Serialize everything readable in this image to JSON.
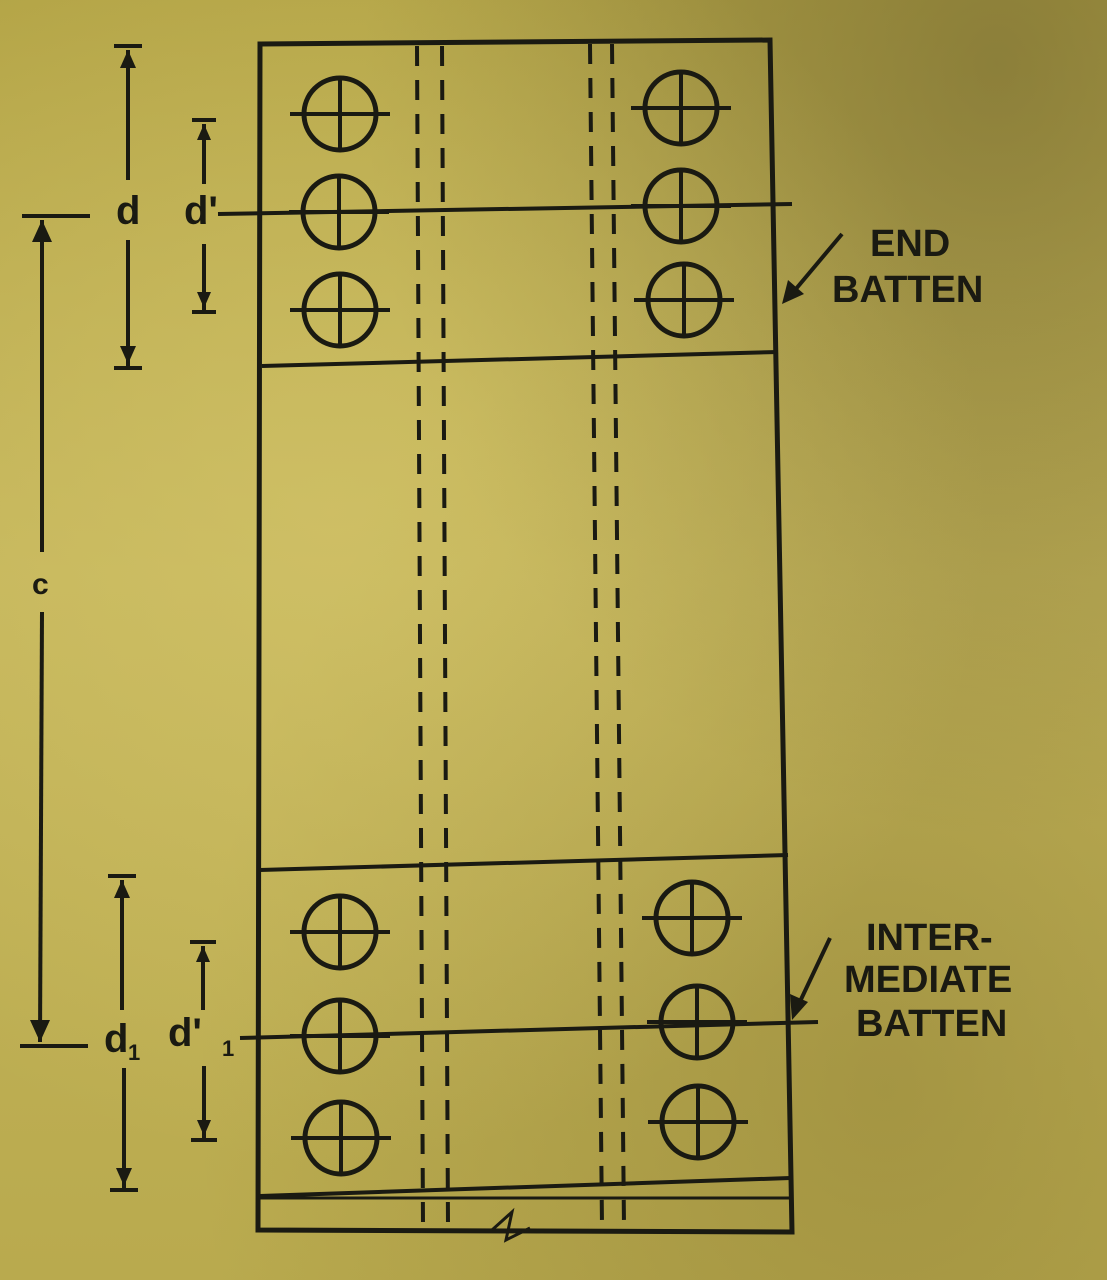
{
  "labels": {
    "end_batten_line1": "END",
    "end_batten_line2": "BATTEN",
    "intermediate_line1": "INTER-",
    "intermediate_line2": "MEDIATE",
    "intermediate_line3": "BATTEN",
    "dim_d": "d",
    "dim_d_prime": "d'",
    "dim_c": "c",
    "dim_d1": "d",
    "dim_d1_sub": "1",
    "dim_d1_prime": "d'",
    "dim_d1_prime_sub": "1"
  },
  "colors": {
    "ink": "#1a1a12",
    "paper": "#bcad52"
  }
}
